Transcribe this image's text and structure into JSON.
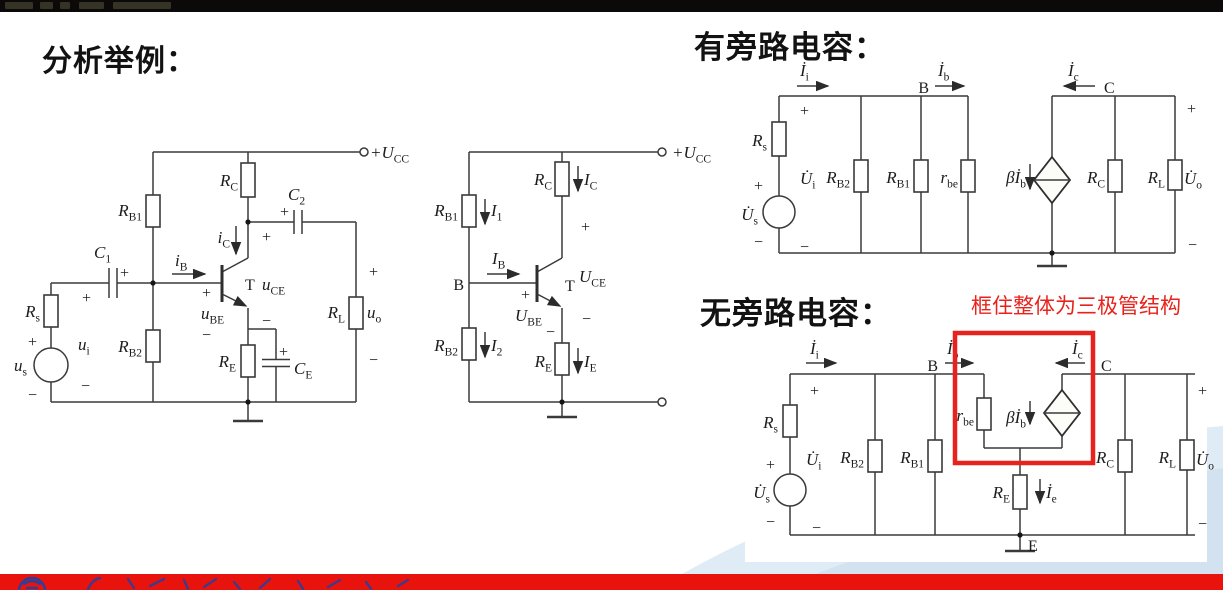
{
  "titles": {
    "left": "分析举例：",
    "with_bypass": "有旁路电容：",
    "without_bypass": "无旁路电容：",
    "red_note": "框住整体为三极管结构"
  },
  "signs": {
    "plus": "+",
    "minus": "−"
  },
  "colors": {
    "accent_red": "#e8231d",
    "bottom_bar_red": "#e8130c",
    "schematic_line": "#3a3a3a",
    "logo_blue": "#2b3f9b",
    "swoosh_blue": "#cfe1ef"
  },
  "amp": {
    "ucc": {
      "m": "+U",
      "s": "CC"
    },
    "rc": {
      "m": "R",
      "s": "C"
    },
    "c2": {
      "m": "C",
      "s": "2"
    },
    "rb1": {
      "m": "R",
      "s": "B1"
    },
    "c1": {
      "m": "C",
      "s": "1"
    },
    "ib": {
      "m": "i",
      "s": "B"
    },
    "ic": {
      "m": "i",
      "s": "C"
    },
    "t": "T",
    "uce": {
      "m": "u",
      "s": "CE"
    },
    "ube": {
      "m": "u",
      "s": "BE"
    },
    "rs": {
      "m": "R",
      "s": "s"
    },
    "us": {
      "m": "u",
      "s": "s"
    },
    "ui": {
      "m": "u",
      "s": "i"
    },
    "rb2": {
      "m": "R",
      "s": "B2"
    },
    "re": {
      "m": "R",
      "s": "E"
    },
    "ce": {
      "m": "C",
      "s": "E"
    },
    "rl": {
      "m": "R",
      "s": "L"
    },
    "uo": {
      "m": "u",
      "s": "o"
    }
  },
  "dc": {
    "ucc": {
      "m": "+U",
      "s": "CC"
    },
    "rb1": {
      "m": "R",
      "s": "B1"
    },
    "i1": {
      "m": "I",
      "s": "1"
    },
    "rc": {
      "m": "R",
      "s": "C"
    },
    "ic": {
      "m": "I",
      "s": "C"
    },
    "ib": {
      "m": "I",
      "s": "B"
    },
    "b": "B",
    "t": "T",
    "uce": {
      "m": "U",
      "s": "CE"
    },
    "ube": {
      "m": "U",
      "s": "BE"
    },
    "rb2": {
      "m": "R",
      "s": "B2"
    },
    "i2": {
      "m": "I",
      "s": "2"
    },
    "re": {
      "m": "R",
      "s": "E"
    },
    "ie": {
      "m": "I",
      "s": "E"
    }
  },
  "ac1": {
    "ii": {
      "m": "İ",
      "s": "i"
    },
    "b": "B",
    "ib": {
      "m": "İ",
      "s": "b"
    },
    "ic": {
      "m": "İ",
      "s": "c"
    },
    "c": "C",
    "rs": {
      "m": "R",
      "s": "s"
    },
    "us": {
      "m": "U̇",
      "s": "s"
    },
    "ui": {
      "m": "U̇",
      "s": "i"
    },
    "rb2": {
      "m": "R",
      "s": "B2"
    },
    "rb1": {
      "m": "R",
      "s": "B1"
    },
    "rbe": {
      "m": "r",
      "s": "be"
    },
    "bib": {
      "m": "βİ",
      "s": "b"
    },
    "rc": {
      "m": "R",
      "s": "C"
    },
    "rl": {
      "m": "R",
      "s": "L"
    },
    "uo": {
      "m": "U̇",
      "s": "o"
    }
  },
  "ac2": {
    "ii": {
      "m": "İ",
      "s": "i"
    },
    "b": "B",
    "ib": {
      "m": "İ",
      "s": "b"
    },
    "ic": {
      "m": "İ",
      "s": "c"
    },
    "c": "C",
    "e": "E",
    "rs": {
      "m": "R",
      "s": "s"
    },
    "us": {
      "m": "U̇",
      "s": "s"
    },
    "ui": {
      "m": "U̇",
      "s": "i"
    },
    "rb2": {
      "m": "R",
      "s": "B2"
    },
    "rb1": {
      "m": "R",
      "s": "B1"
    },
    "rbe": {
      "m": "r",
      "s": "be"
    },
    "bib": {
      "m": "βİ",
      "s": "b"
    },
    "rc": {
      "m": "R",
      "s": "C"
    },
    "rl": {
      "m": "R",
      "s": "L"
    },
    "uo": {
      "m": "U̇",
      "s": "o"
    },
    "re": {
      "m": "R",
      "s": "E"
    },
    "ie": {
      "m": "İ",
      "s": "e"
    }
  }
}
